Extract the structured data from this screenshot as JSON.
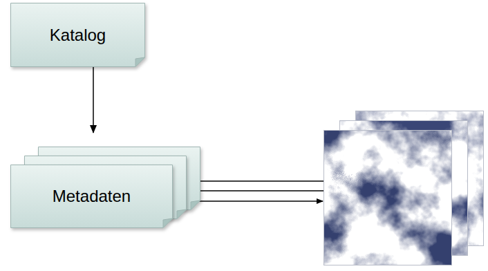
{
  "diagram": {
    "nodes": [
      {
        "text": [
          "Katalog"
        ]
      },
      {
        "text": [
          "Metadaten"
        ]
      }
    ],
    "edges": [
      {
        "from": 0,
        "to": 1,
        "arrow": "to"
      }
    ]
  }
}
